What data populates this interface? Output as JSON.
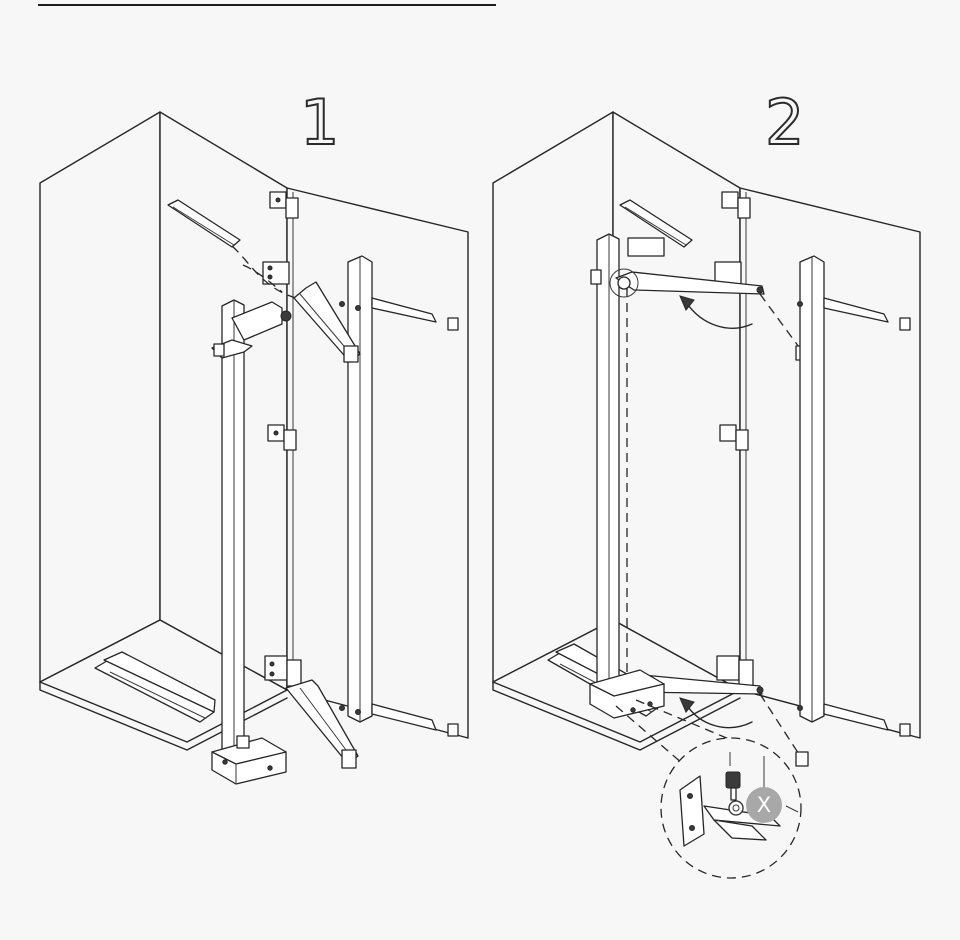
{
  "steps": [
    {
      "number": "1"
    },
    {
      "number": "2"
    }
  ],
  "detail": {
    "badge_label": "X"
  },
  "colors": {
    "background": "#f7f7f7",
    "line": "#262626",
    "badge": "#a8a8a8"
  },
  "icons": [
    "curved-arrow-icon",
    "bolt-icon"
  ]
}
